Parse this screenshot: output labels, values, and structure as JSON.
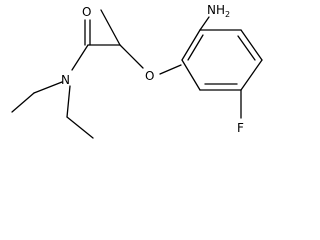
{
  "molecule": {
    "atoms": {
      "oxygen_carbonyl": "O",
      "nitrogen": "N",
      "oxygen_ether": "O",
      "amine": "NH",
      "amine_h_count": "2",
      "fluorine": "F"
    },
    "colors": {
      "bond": "#000000",
      "text": "#000000",
      "background": "#ffffff"
    }
  }
}
